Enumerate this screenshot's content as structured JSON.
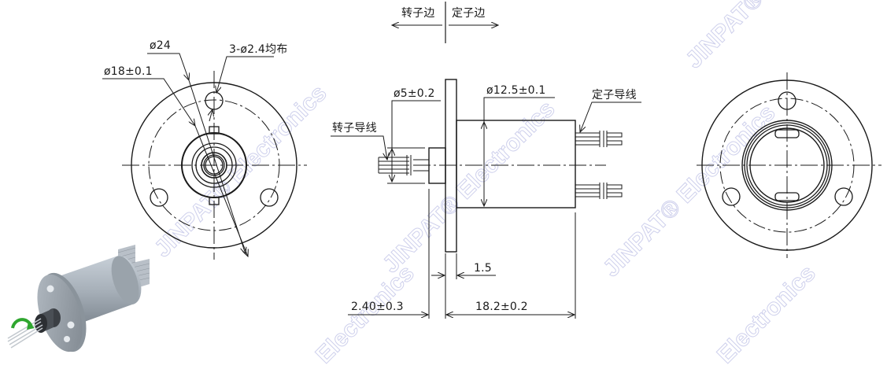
{
  "drawing": {
    "title": "Slip ring technical drawing",
    "colors": {
      "line": "#1a1a1a",
      "watermark": "#c9cbea",
      "body_3d": "#a9b2bb",
      "rotation_arrow": "#2fa62f"
    }
  },
  "direction_labels": {
    "rotor_side": "转子边",
    "stator_side": "定子边"
  },
  "front_view": {
    "dimensions": {
      "outer_diameter": "ø24",
      "pcd": "ø18±0.1",
      "holes": "3-ø2.4均布"
    }
  },
  "side_view": {
    "dimensions": {
      "rotor_diameter": "ø5±0.2",
      "body_diameter": "ø12.5±0.1",
      "flange_thickness": "1.5",
      "rotor_length": "2.40±0.3",
      "body_length": "18.2±0.2"
    },
    "leaders": {
      "rotor_wires": "转子导线",
      "stator_wires": "定子导线"
    }
  },
  "watermarks": [
    "JINPAT® Electronics",
    "JINPAT® Electronics",
    "JINPAT® Electronics",
    "JINPAT® Electronics",
    "Electronics",
    "Electronics"
  ]
}
